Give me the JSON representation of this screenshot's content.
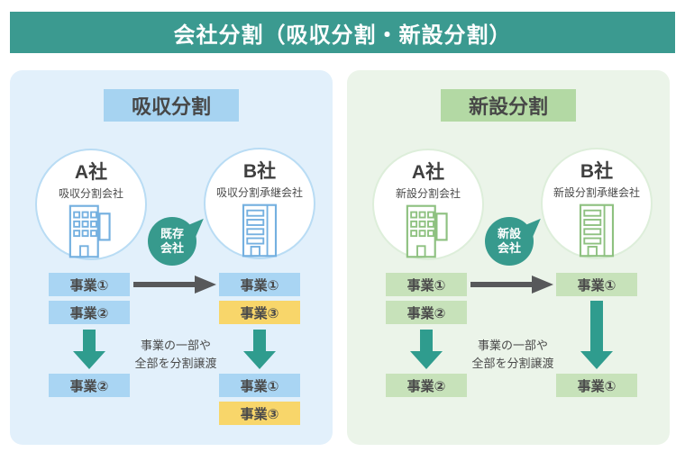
{
  "title": "会社分割（吸収分割・新設分割）",
  "note": {
    "line1": "事業の一部や",
    "line2": "全部を分割譲渡"
  },
  "panels": {
    "absorption": {
      "heading": "吸収分割",
      "company_a": {
        "name": "A社",
        "role": "吸収分割会社"
      },
      "company_b": {
        "name": "B社",
        "role": "吸収分割承継会社"
      },
      "bubble": {
        "line1": "既存",
        "line2": "会社"
      },
      "boxes": {
        "a1": "事業①",
        "a2": "事業②",
        "a_result": "事業②",
        "b1": "事業①",
        "b2": "事業③",
        "b_result1": "事業①",
        "b_result2": "事業③"
      }
    },
    "incorporation": {
      "heading": "新設分割",
      "company_a": {
        "name": "A社",
        "role": "新設分割会社"
      },
      "company_b": {
        "name": "B社",
        "role": "新設分割承継会社"
      },
      "bubble": {
        "line1": "新設",
        "line2": "会社"
      },
      "boxes": {
        "a1": "事業①",
        "a2": "事業②",
        "a_result": "事業②",
        "b1": "事業①",
        "b_result1": "事業①"
      }
    }
  },
  "icons": {
    "building_a": "office-building",
    "building_b": "office-building-tall",
    "transfer_arrow": "right-arrow",
    "split_arrow": "down-arrow"
  },
  "colors": {
    "header_bg": "#3b9a90",
    "teal_accent": "#2f9c8e",
    "blue_panel_bg": "#e2f0fb",
    "blue_accent": "#a9d5f3",
    "yellow_accent": "#f8d66a",
    "green_panel_bg": "#ebf4e9",
    "green_pill": "#b3d9a4",
    "green_box": "#c7e2ba",
    "dark_arrow": "#57585a",
    "text": "#4a4a4a"
  }
}
